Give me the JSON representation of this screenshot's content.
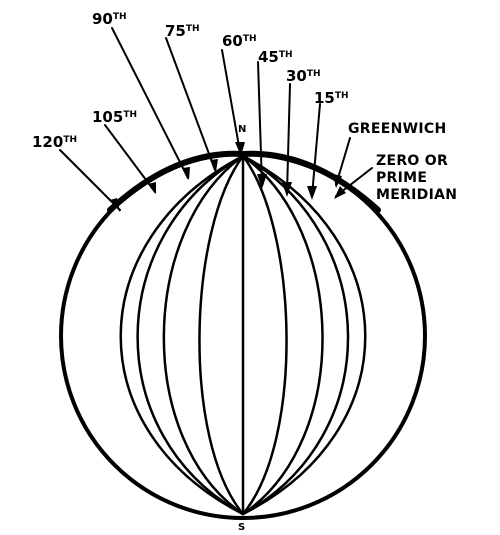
{
  "meridian_labels": [
    {
      "id": "120",
      "num": "120",
      "suffix": "TH"
    },
    {
      "id": "105",
      "num": "105",
      "suffix": "TH"
    },
    {
      "id": "90",
      "num": "90",
      "suffix": "TH"
    },
    {
      "id": "75",
      "num": "75",
      "suffix": "TH"
    },
    {
      "id": "60",
      "num": "60",
      "suffix": "TH"
    },
    {
      "id": "45",
      "num": "45",
      "suffix": "TH"
    },
    {
      "id": "30",
      "num": "30",
      "suffix": "TH"
    },
    {
      "id": "15",
      "num": "15",
      "suffix": "TH"
    }
  ],
  "greenwich": "GREENWICH",
  "prime_meridian_lines": [
    "ZERO OR",
    "PRIME",
    "MERIDIAN"
  ],
  "north_pole": "N",
  "south_pole": "S"
}
